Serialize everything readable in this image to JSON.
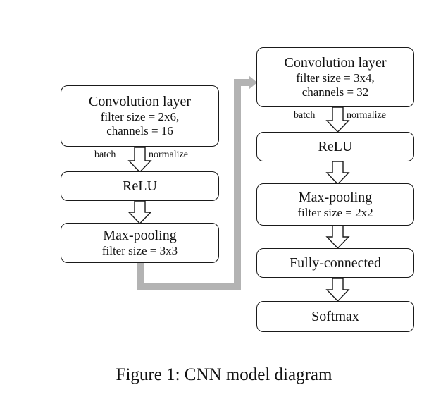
{
  "left_column": {
    "conv": {
      "title": "Convolution layer",
      "line1": "filter size = 2x6,",
      "line2": "channels = 16"
    },
    "note_left": "batch",
    "note_right": "normalize",
    "relu": {
      "title": "ReLU"
    },
    "pool": {
      "title": "Max-pooling",
      "line1": "filter size = 3x3"
    }
  },
  "right_column": {
    "conv": {
      "title": "Convolution layer",
      "line1": "filter size = 3x4,",
      "line2": "channels = 32"
    },
    "note_left": "batch",
    "note_right": "normalize",
    "relu": {
      "title": "ReLU"
    },
    "pool": {
      "title": "Max-pooling",
      "line1": "filter size = 2x2"
    },
    "fc": {
      "title": "Fully-connected"
    },
    "softmax": {
      "title": "Softmax"
    }
  },
  "caption": "Figure 1: CNN model diagram",
  "colors": {
    "connector": "#b3b3b3",
    "stroke": "#1a1a1a"
  }
}
